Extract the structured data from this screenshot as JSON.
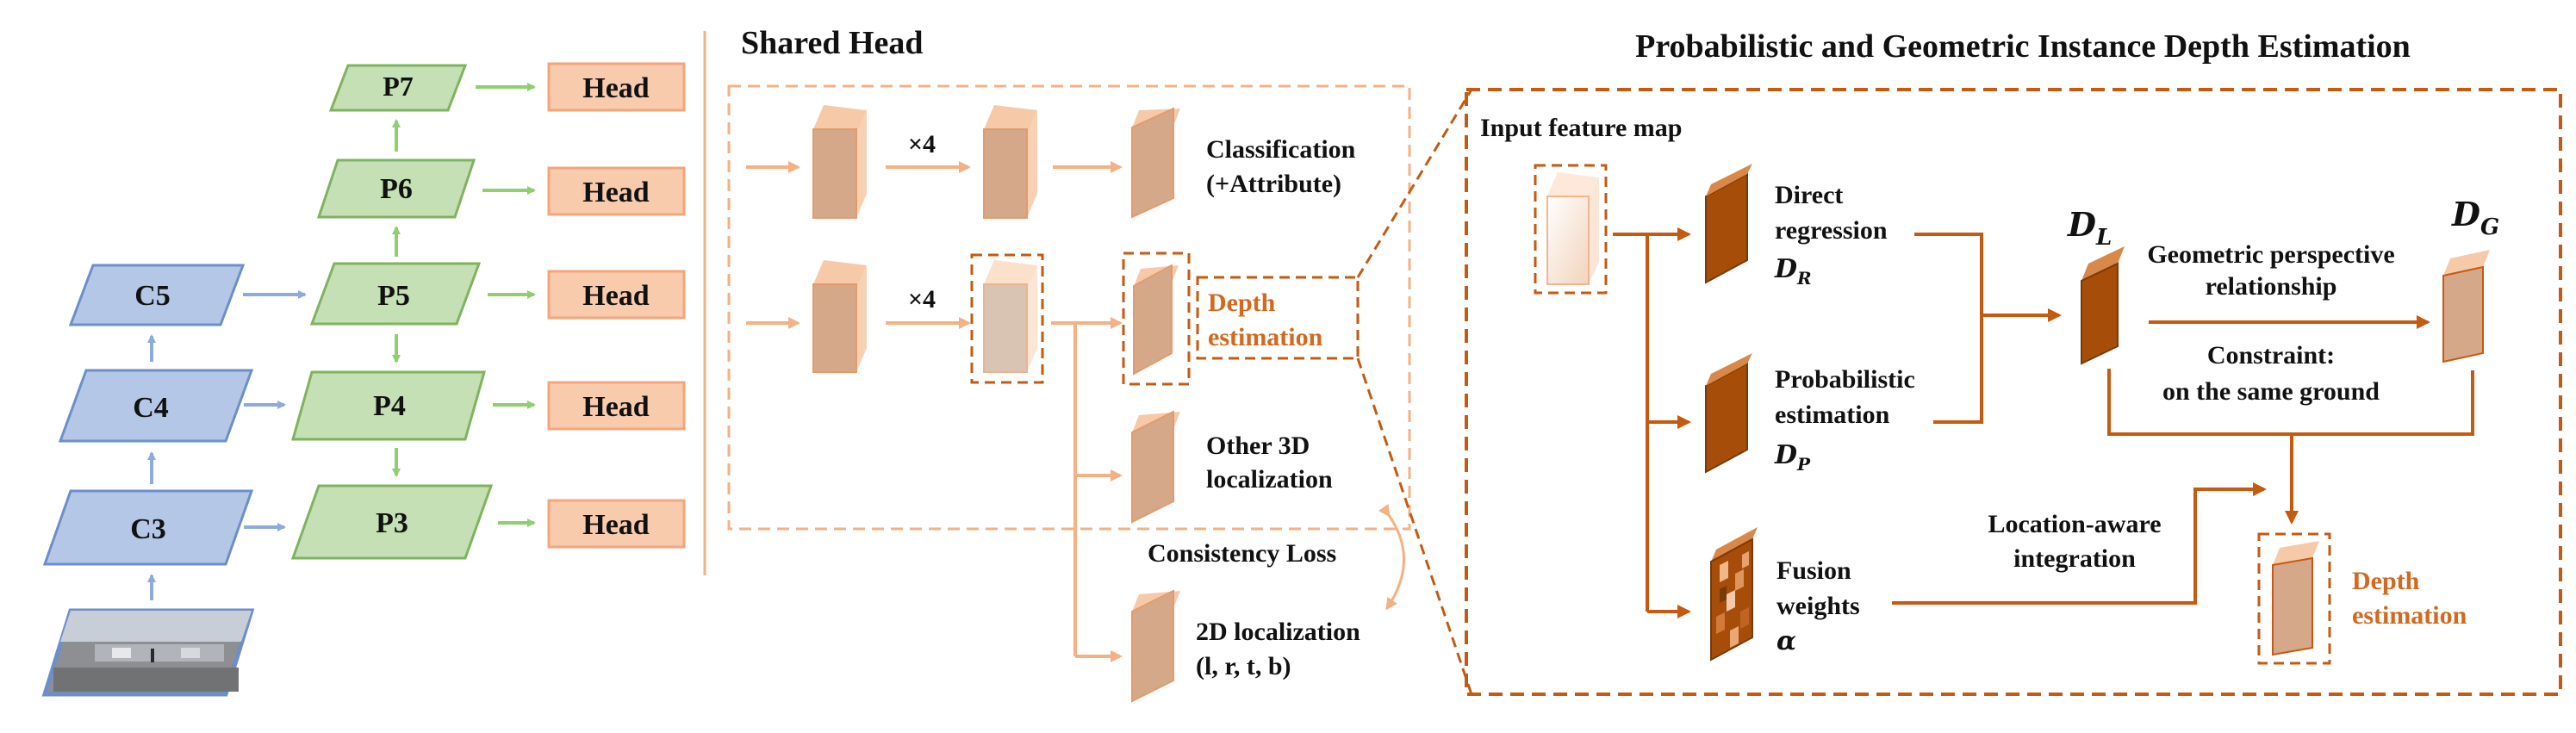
{
  "backbone": {
    "c_levels": [
      "C3",
      "C4",
      "C5"
    ],
    "p_levels": [
      "P3",
      "P4",
      "P5",
      "P6",
      "P7"
    ],
    "head_label": "Head",
    "input_image_icon": "street-scene-image"
  },
  "shared_head": {
    "title": "Shared Head",
    "times_four": "×4",
    "classification": [
      "Classification",
      "(+Attribute)"
    ],
    "depth": [
      "Depth",
      "estimation"
    ],
    "other3d": [
      "Other 3D",
      "localization"
    ],
    "consistency": "Consistency Loss",
    "loc2d": [
      "2D localization",
      "(l, r, t, b)"
    ]
  },
  "depth_panel": {
    "title": "Probabilistic and Geometric Instance Depth Estimation",
    "input_feature": "Input feature map",
    "direct": [
      "Direct",
      "regression",
      "D",
      "R"
    ],
    "prob": [
      "Probabilistic",
      "estimation",
      "D",
      "P"
    ],
    "fusion": [
      "Fusion",
      "weights",
      "α"
    ],
    "dl": [
      "D",
      "L"
    ],
    "dg": [
      "D",
      "G"
    ],
    "geo": [
      "Geometric perspective",
      "relationship"
    ],
    "constraint": [
      "Constraint:",
      "on the same ground"
    ],
    "location": [
      "Location-aware",
      "integration"
    ],
    "output": [
      "Depth",
      "estimation"
    ]
  },
  "colors": {
    "c_fill": "#b4c7e7",
    "c_stroke": "#6d8fc9",
    "p_fill": "#c5e0b4",
    "p_stroke": "#7fb360",
    "head_fill": "#f8cbad",
    "head_stroke": "#f4a57c",
    "accent": "#c55a11",
    "light_arrow": "#f4b183",
    "feat_front": "#d6a88a",
    "feat_side": "#f6c9a9",
    "dark_front": "#a64d0a"
  }
}
